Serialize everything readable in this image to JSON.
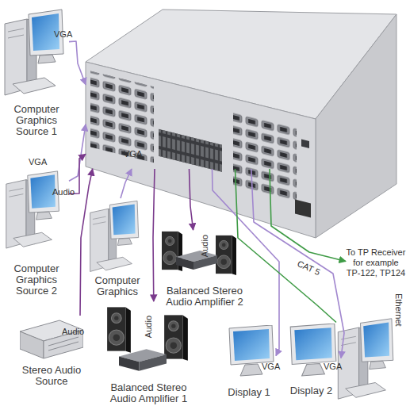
{
  "diagram": {
    "nodes": [
      {
        "text": []
      },
      {
        "text": [
          "Computer Graphics Source 1"
        ]
      },
      {
        "text": [
          "Computer Graphics Source 2"
        ]
      },
      {
        "text": [
          "Computer Graphics"
        ]
      },
      {
        "text": [
          "Balanced Stereo Audio Amplifier 2"
        ]
      },
      {
        "text": [
          "Balanced Stereo Audio Amplifier 1"
        ]
      },
      {
        "text": [
          "Stereo Audio Source"
        ]
      },
      {
        "text": [
          "Display 1"
        ]
      },
      {
        "text": [
          "Display 2"
        ]
      },
      {
        "text": [
          "To TP Receiver for example TP-122, TP124"
        ]
      },
      {
        "text": []
      }
    ],
    "edges": [
      {
        "from": 1,
        "to": 0,
        "label": "VGA",
        "arrow": "to"
      },
      {
        "from": 2,
        "to": 0,
        "label": "VGA",
        "arrow": "to"
      },
      {
        "from": 2,
        "to": 0,
        "label": "Audio",
        "arrow": "to"
      },
      {
        "from": 3,
        "to": 0,
        "label": "VGA",
        "arrow": "to"
      },
      {
        "from": 0,
        "to": 4,
        "label": "Audio",
        "arrow": "to"
      },
      {
        "from": 0,
        "to": 5,
        "label": "Audio",
        "arrow": "to"
      },
      {
        "from": 6,
        "to": 0,
        "label": "Audio",
        "arrow": "to"
      },
      {
        "from": 0,
        "to": 7,
        "label": "VGA",
        "arrow": "to"
      },
      {
        "from": 0,
        "to": 8,
        "label": "VGA",
        "arrow": "to"
      },
      {
        "from": 0,
        "to": 9,
        "label": "CAT 5",
        "arrow": "to"
      },
      {
        "from": 0,
        "to": 10,
        "label": "Ethernet",
        "arrow": "none"
      }
    ]
  }
}
